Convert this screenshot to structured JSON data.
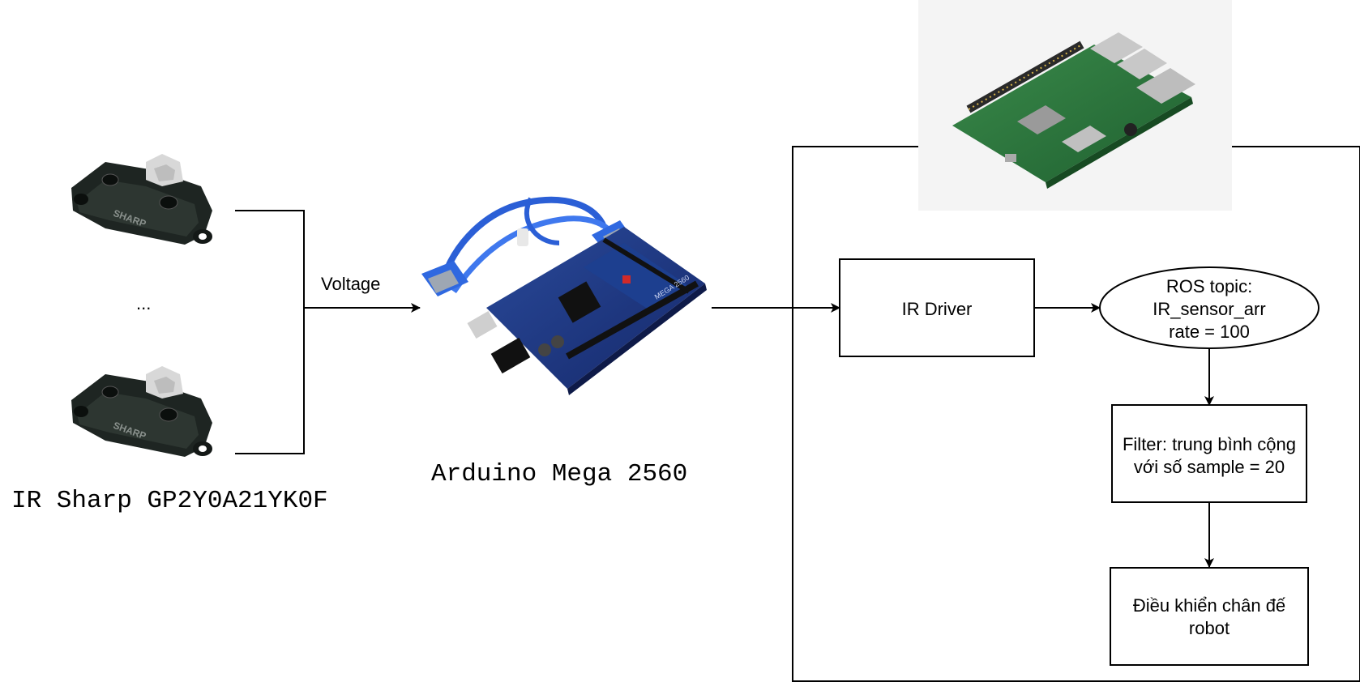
{
  "sensor": {
    "caption": "IR Sharp GP2Y0A21YK0F",
    "ellipsis": "...",
    "logo": "SHARP"
  },
  "connection": {
    "voltage_label": "Voltage"
  },
  "arduino": {
    "caption": "Arduino Mega 2560",
    "board_marking": "MEGA 2560"
  },
  "pi": {
    "ir_driver": "IR Driver",
    "ros_topic": [
      "ROS topic:",
      "IR_sensor_arr",
      "rate = 100"
    ],
    "filter": [
      "Filter: trung bình cộng",
      "với số sample = 20"
    ],
    "control": [
      "Điều khiển chân đế",
      "robot"
    ]
  }
}
